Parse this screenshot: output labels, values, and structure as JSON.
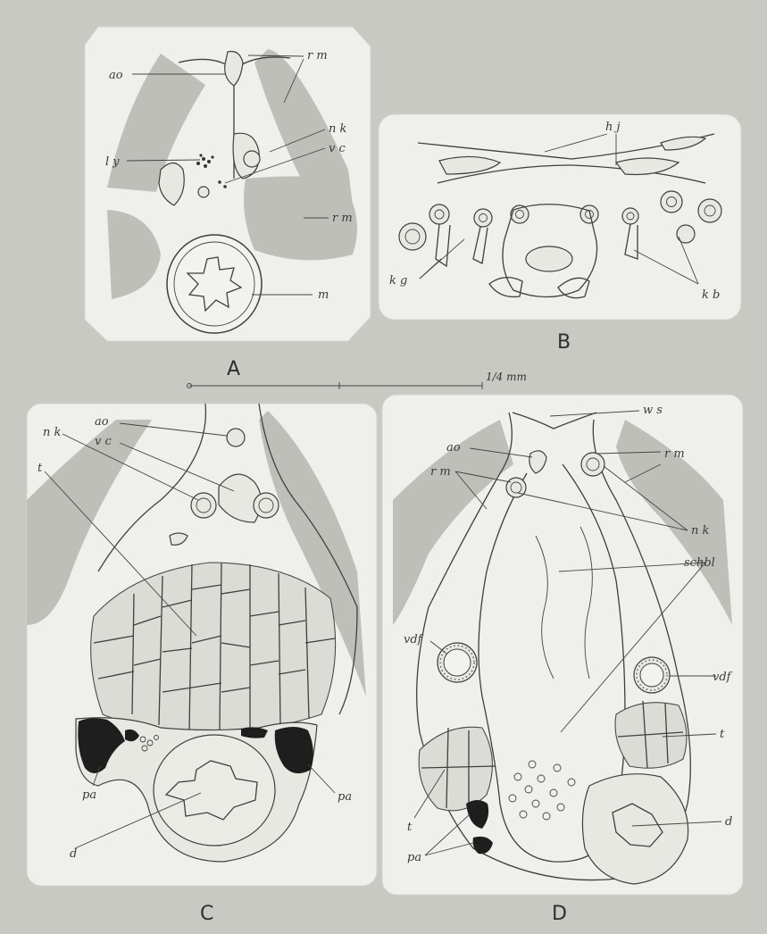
{
  "panels": [
    {
      "id": "A",
      "label": "A",
      "annotations": [
        "ao",
        "r m",
        "n k",
        "v c",
        "l y",
        "r m",
        "m"
      ]
    },
    {
      "id": "B",
      "label": "B",
      "annotations": [
        "h j",
        "k g",
        "k b"
      ]
    },
    {
      "id": "C",
      "label": "C",
      "annotations": [
        "ao",
        "v c",
        "n k",
        "t",
        "pa",
        "pa",
        "d"
      ]
    },
    {
      "id": "D",
      "label": "D",
      "annotations": [
        "w s",
        "ao",
        "r m",
        "r m",
        "n k",
        "schbl",
        "vdf",
        "vdf",
        "t",
        "t",
        "d",
        "pa"
      ]
    }
  ],
  "scale_bar": {
    "label": "1/4 mm"
  },
  "colors": {
    "background": "#c9c9c4",
    "panel": "#efefeb",
    "shade": "#bfbfba",
    "ink": "#3f3f3f",
    "dark": "#1e1e1e"
  }
}
